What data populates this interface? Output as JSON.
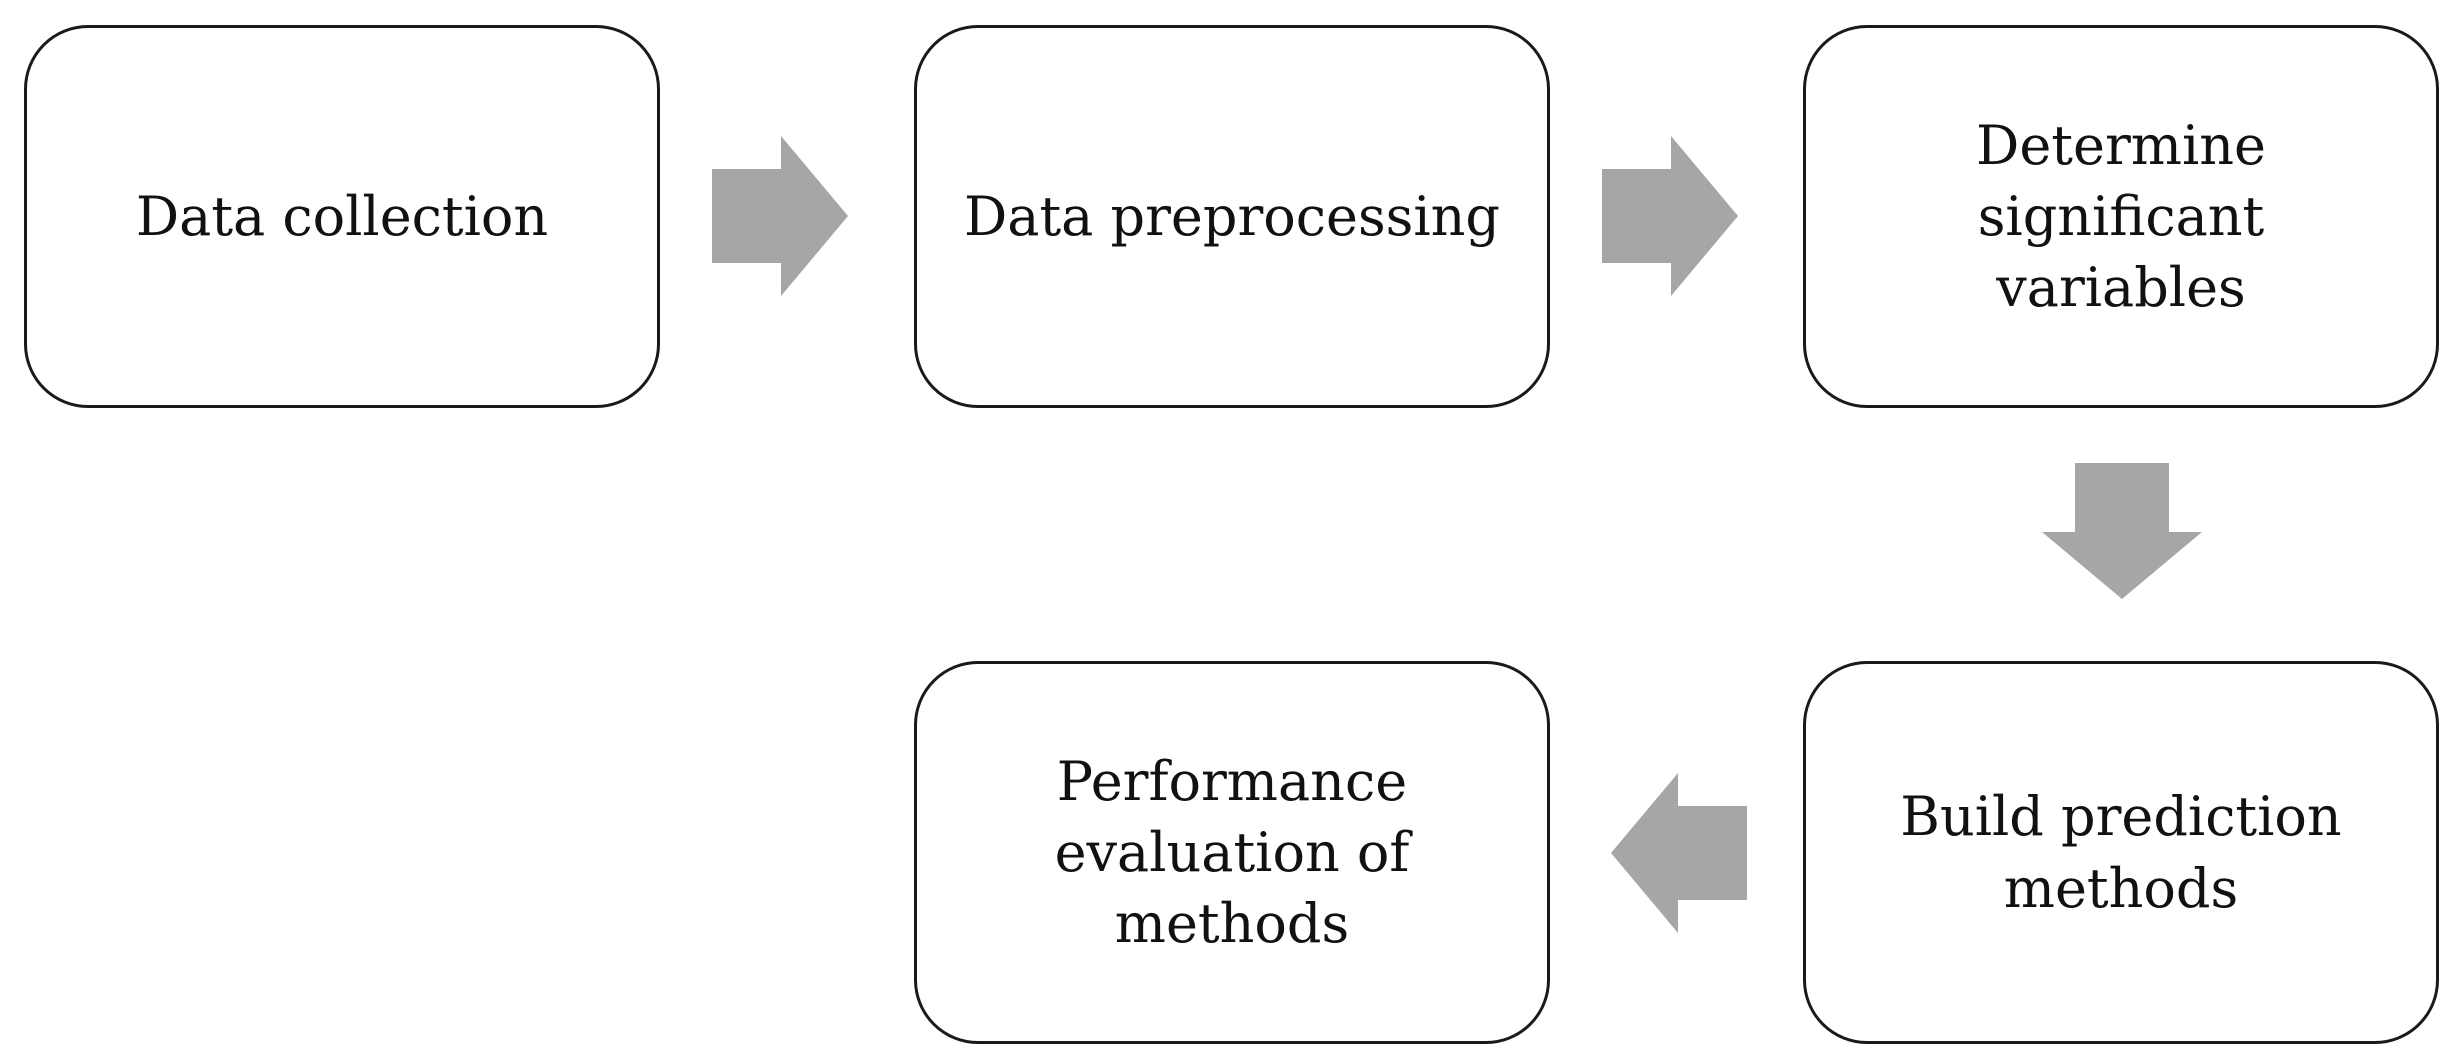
{
  "diagram": {
    "arrow_color": "#a6a6a6",
    "border_color": "#1a1a1a",
    "steps": [
      {
        "label": "Data collection"
      },
      {
        "label": "Data preprocessing"
      },
      {
        "label": "Determine significant\nvariables"
      },
      {
        "label": "Build  prediction\nmethods"
      },
      {
        "label": "Performance\nevaluation of\nmethods"
      }
    ]
  }
}
